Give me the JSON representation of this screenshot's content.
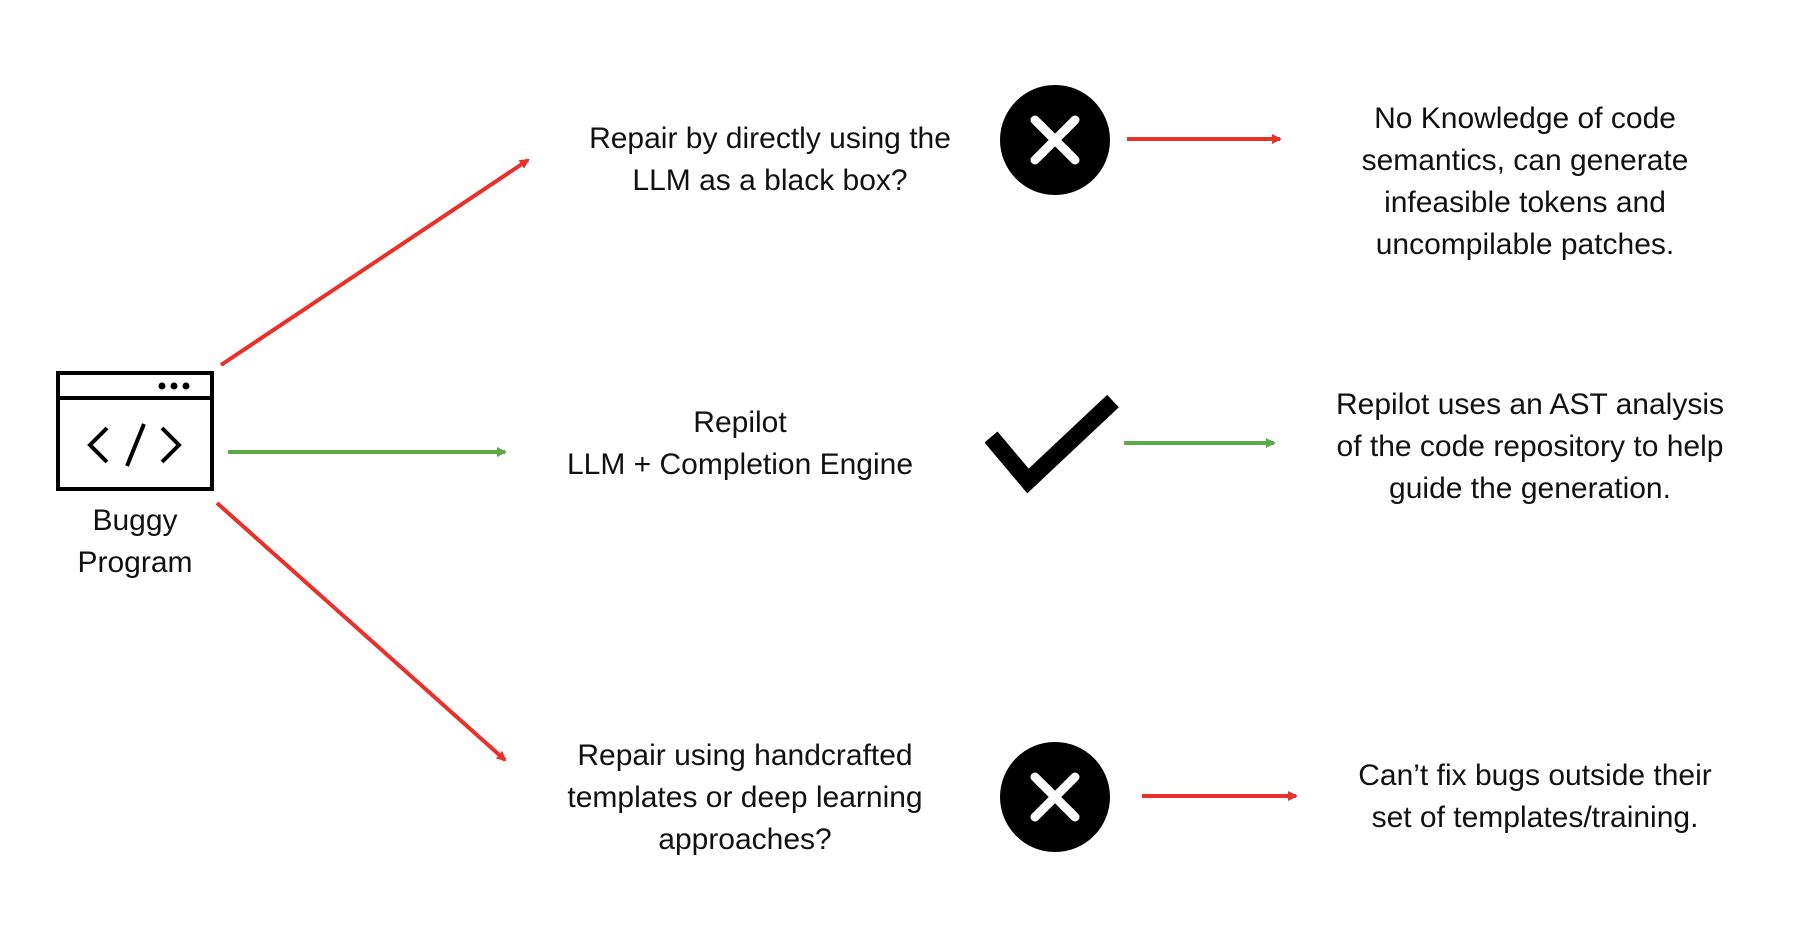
{
  "source": {
    "label_lines": [
      "Buggy",
      "Program"
    ],
    "icon": "code-window-icon"
  },
  "branches": [
    {
      "id": "black-box",
      "approach_lines": [
        "Repair by directly using the",
        "LLM as a black box?"
      ],
      "verdict_icon": "x-circle-icon",
      "outcome_lines": [
        "No Knowledge of code",
        "semantics, can generate",
        "infeasible tokens and",
        "uncompilable patches."
      ],
      "arrow_color": "#e8312a"
    },
    {
      "id": "repilot",
      "approach_lines": [
        "Repilot",
        "LLM + Completion Engine"
      ],
      "verdict_icon": "checkmark-icon",
      "outcome_lines": [
        "Repilot uses an AST analysis",
        "of the code repository to help",
        "guide the generation."
      ],
      "arrow_color": "#5aab46"
    },
    {
      "id": "templates",
      "approach_lines": [
        "Repair using handcrafted",
        "templates or deep learning",
        "approaches?"
      ],
      "verdict_icon": "x-circle-icon",
      "outcome_lines": [
        "Can’t fix bugs outside their",
        "set of templates/training."
      ],
      "arrow_color": "#e8312a"
    }
  ]
}
